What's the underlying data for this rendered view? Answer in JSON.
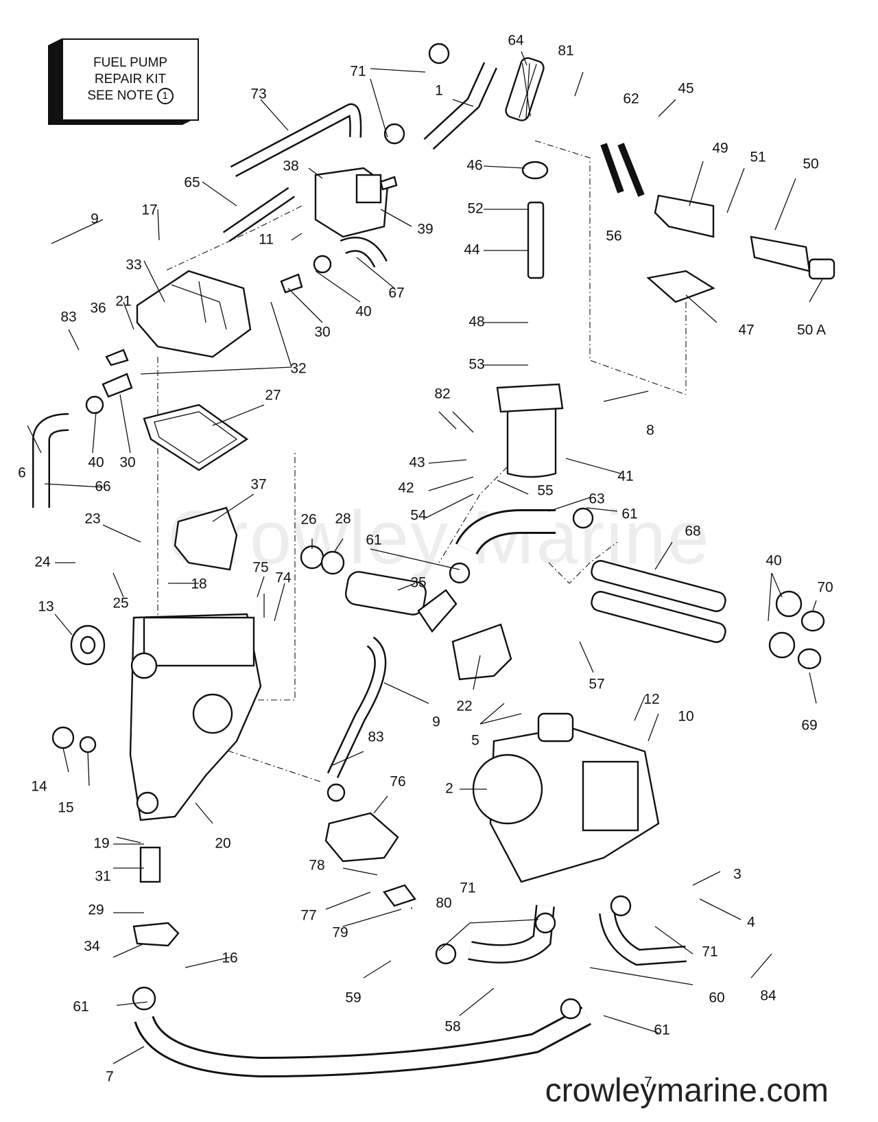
{
  "kit_note": {
    "line1": "FUEL PUMP",
    "line2": "REPAIR KIT",
    "line3": "SEE NOTE",
    "note_symbol": "1"
  },
  "watermark": "Crowley Marine",
  "footer": "crowleymarine.com",
  "callouts": [
    "1",
    "2",
    "3",
    "4",
    "5",
    "6",
    "7",
    "7",
    "8",
    "9",
    "9",
    "10",
    "11",
    "12",
    "13",
    "14",
    "15",
    "16",
    "17",
    "18",
    "19",
    "20",
    "21",
    "22",
    "23",
    "24",
    "25",
    "26",
    "27",
    "28",
    "29",
    "30",
    "30",
    "31",
    "32",
    "33",
    "34",
    "35",
    "36",
    "37",
    "38",
    "39",
    "40",
    "40",
    "40",
    "41",
    "42",
    "43",
    "44",
    "45",
    "46",
    "47",
    "48",
    "49",
    "50",
    "50 A",
    "51",
    "52",
    "53",
    "54",
    "55",
    "56",
    "57",
    "58",
    "59",
    "60",
    "61",
    "61",
    "61",
    "61",
    "62",
    "63",
    "64",
    "65",
    "66",
    "67",
    "68",
    "69",
    "70",
    "71",
    "71",
    "71",
    "71",
    "73",
    "74",
    "75",
    "76",
    "77",
    "78",
    "79",
    "80",
    "81",
    "82",
    "83",
    "83",
    "84"
  ]
}
